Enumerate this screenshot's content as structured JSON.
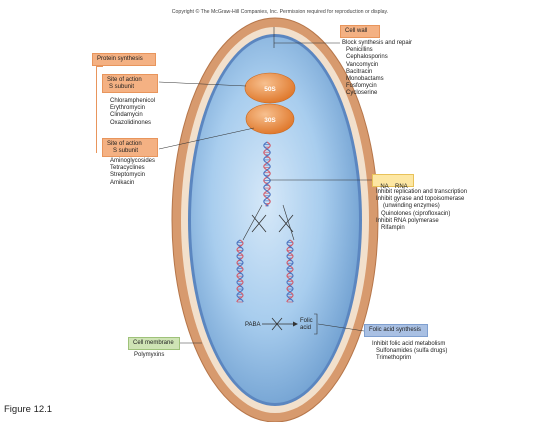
{
  "copyright": "Copyright © The McGraw-Hill Companies, Inc. Permission required for reproduction or display.",
  "figure_label": "Figure 12.1",
  "ribosome": {
    "large": "50S",
    "small": "30S"
  },
  "protein_synthesis": {
    "title": "Protein synthesis",
    "site_50s_lines": [
      "Site of action",
      "S   subunit"
    ],
    "drugs_50s": [
      "Chloramphenicol",
      "Erythromycin",
      "Clindamycin",
      "Oxazolidinones"
    ],
    "site_30s_lines": [
      "Site of action",
      "S subunit"
    ],
    "drugs_30s": [
      "Aminoglycosides",
      "Tetracyclines",
      "Streptomycin",
      "Amikacin"
    ]
  },
  "cell_wall": {
    "title": "Cell wall",
    "subtitle": "Block synthesis and repair",
    "drugs": [
      "Penicillins",
      "Cephalosporins",
      "Vancomycin",
      "Bacitracin",
      "Monobactams",
      "Fosfomycin",
      "Cycloserine"
    ]
  },
  "nucleic_acid": {
    "title": "NA    RNA",
    "lines": [
      "Inhibit replication and transcription",
      "Inhibit gyrase and topoisomerase",
      "(unwinding enzymes)",
      "Quinolones (ciprofloxacin)",
      "Inhibit RNA polymerase",
      "Rifampin"
    ]
  },
  "folic_acid": {
    "title": "Folic acid synthesis",
    "lines": [
      "Inhibit folic acid metabolism",
      "Sulfonamides (sulfa drugs)",
      "Trimethoprim"
    ],
    "paba": "PABA",
    "product_lines": [
      "Folic",
      "acid"
    ]
  },
  "cell_membrane": {
    "title": "Cell membrane",
    "drugs": [
      "Polymyxins"
    ]
  },
  "colors": {
    "orange_box": "#f4b183",
    "yellow_box": "#fde7a3",
    "blue_box": "#a9c0e3",
    "green_box": "#cfe4b5",
    "cell_wall": "#d79a6e",
    "cytoplasm": "#a8cdee",
    "ribosome": "#e8893e",
    "dna_red": "#d25a6a",
    "dna_blue": "#4c74c0"
  }
}
